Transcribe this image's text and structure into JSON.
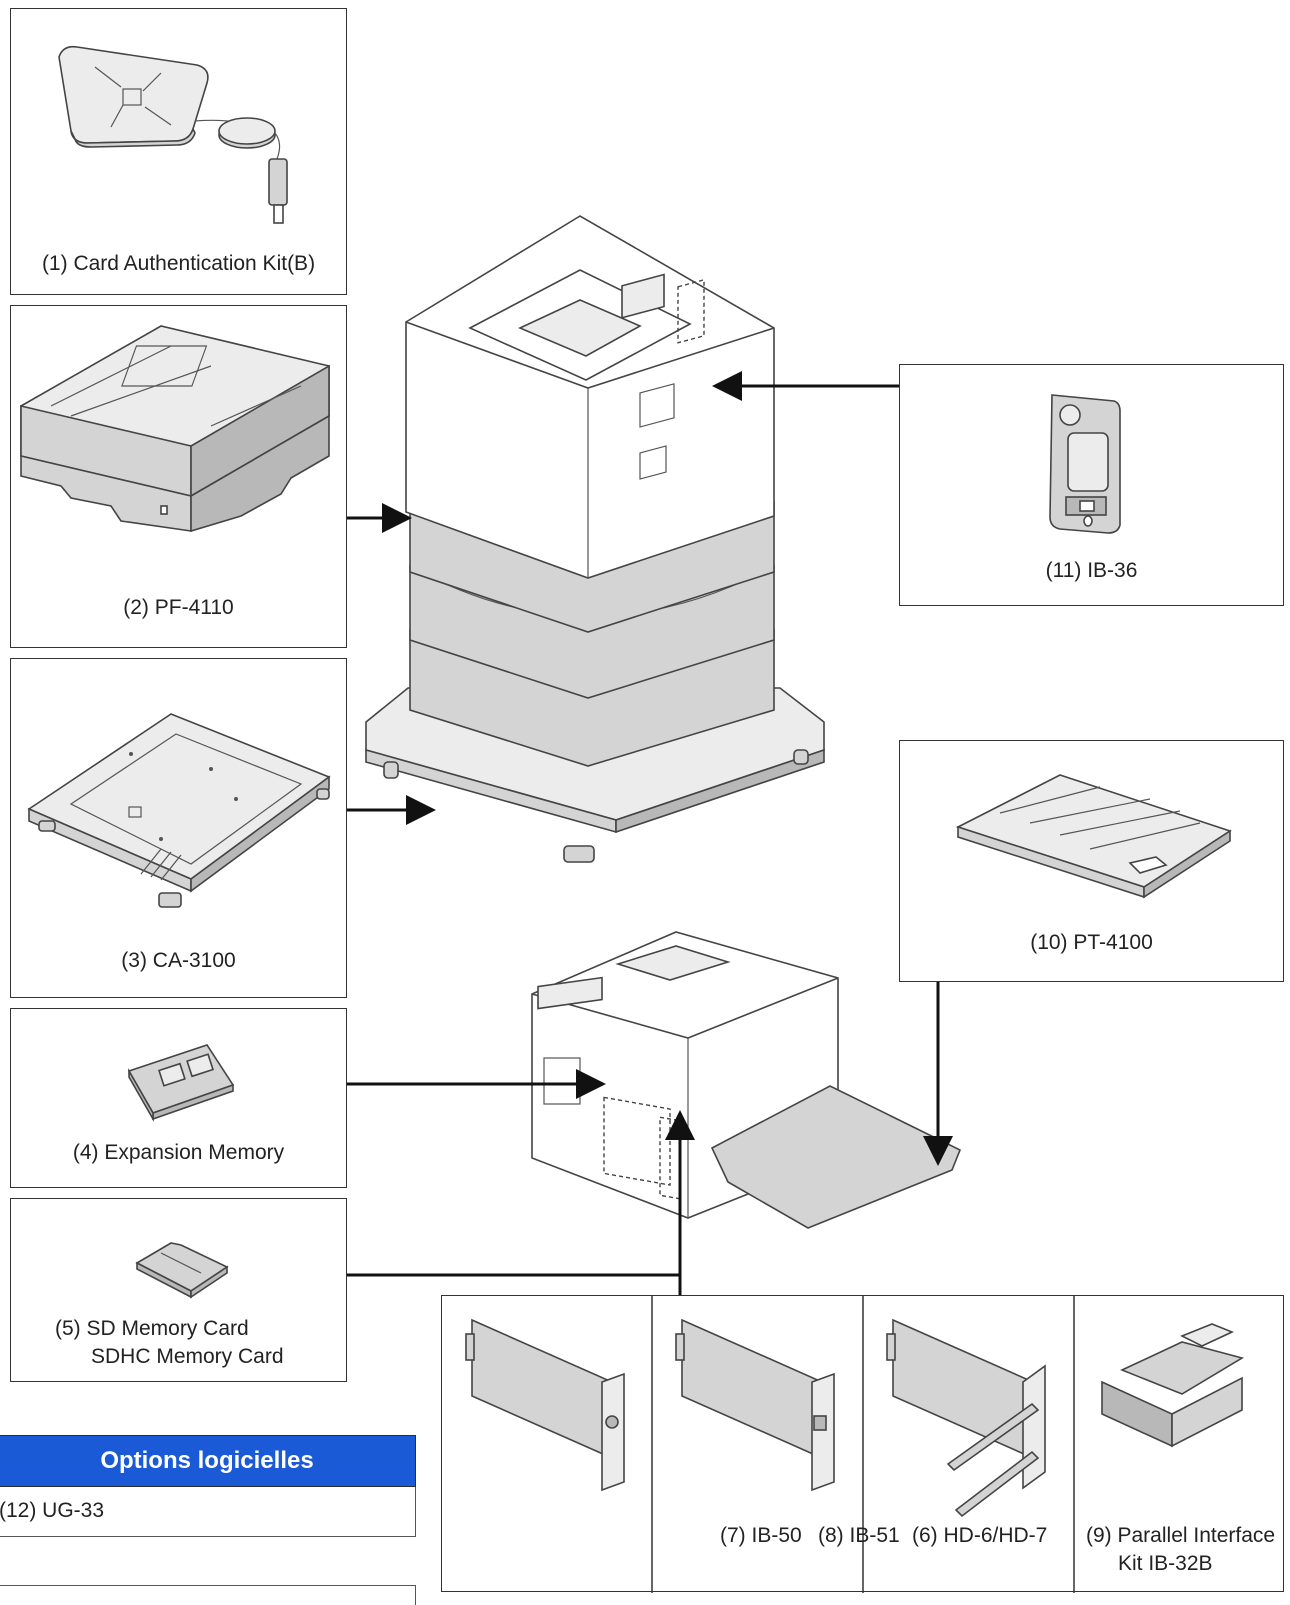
{
  "options": [
    {
      "label": "(1) Card Authentication Kit(B)"
    },
    {
      "label": "(2) PF-4110"
    },
    {
      "label": "(3) CA-3100"
    },
    {
      "label": "(4) Expansion Memory"
    },
    {
      "label_line1": "(5) SD Memory Card",
      "label_line2": "SDHC Memory Card"
    },
    {
      "label": "(11) IB-36"
    },
    {
      "label": "(10) PT-4100"
    },
    {
      "label": "(7) IB-50"
    },
    {
      "label": "(8) IB-51"
    },
    {
      "label": "(6) HD-6/HD-7"
    },
    {
      "label_line1": "(9) Parallel Interface",
      "label_line2": "Kit IB-32B"
    }
  ],
  "software": {
    "header": "Options logicielles",
    "items": [
      "(12) UG-33"
    ]
  },
  "colors": {
    "header_bg": "#1a5ad6",
    "part_fill": "#d4d4d4"
  }
}
